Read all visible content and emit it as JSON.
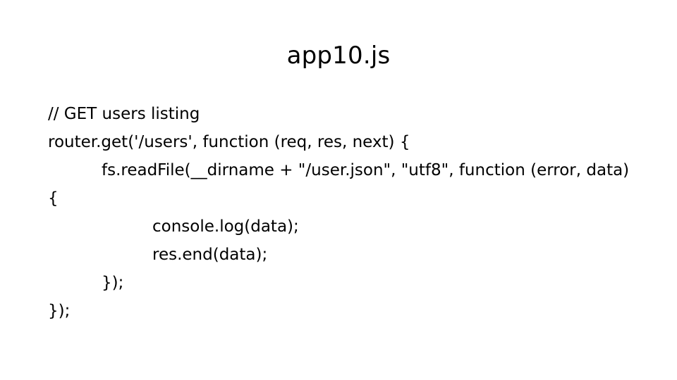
{
  "slide": {
    "title": "app10.js",
    "background_color": "#ffffff",
    "text_color": "#000000"
  },
  "code": {
    "language": "javascript",
    "lines": [
      {
        "indent": 0,
        "text": "// GET users listing"
      },
      {
        "indent": 0,
        "text": "router.get('/users', function (req, res, next) {"
      },
      {
        "indent": 1,
        "text": "fs.readFile(__dirname + \"/user.json\", \"utf8\", function (error, data) {"
      },
      {
        "indent": 2,
        "text": "console.log(data);"
      },
      {
        "indent": 2,
        "text": "res.end(data);"
      },
      {
        "indent": 1,
        "text": "});"
      },
      {
        "indent": 0,
        "text": "});"
      }
    ]
  }
}
